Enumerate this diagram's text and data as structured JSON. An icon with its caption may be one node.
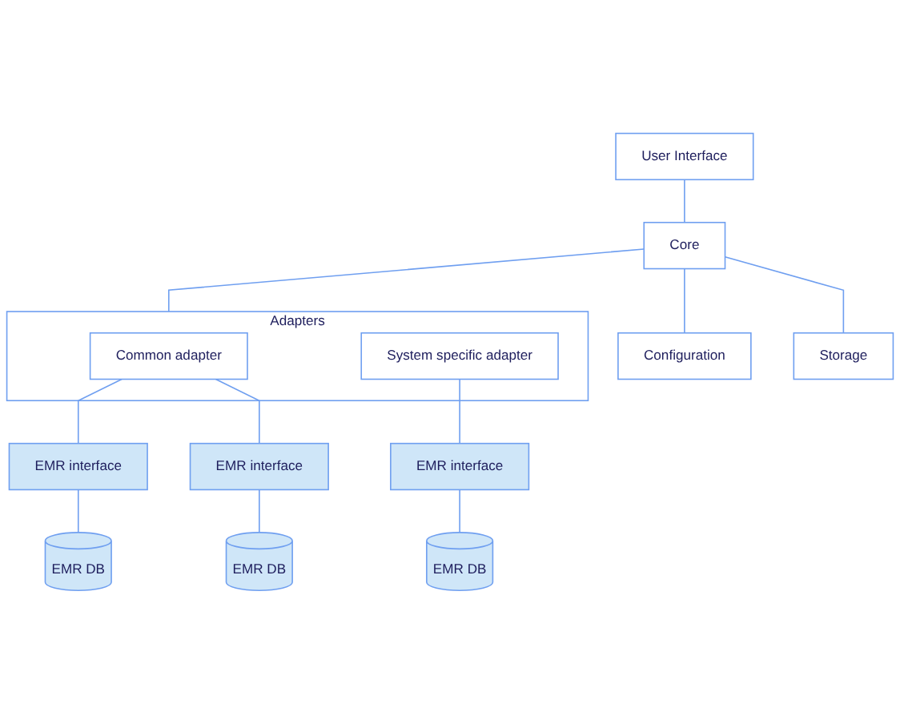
{
  "diagram": {
    "nodes": [
      {
        "text": [
          "User Interface"
        ]
      },
      {
        "text": [
          "Core"
        ]
      },
      {
        "text": [
          "Configuration"
        ]
      },
      {
        "text": [
          "Storage"
        ]
      },
      {
        "text": [
          "Adapters"
        ]
      },
      {
        "text": [
          "Common adapter"
        ],
        "in": 4
      },
      {
        "text": [
          "System specific adapter"
        ],
        "in": 4
      },
      {
        "text": [
          "EMR interface"
        ]
      },
      {
        "text": [
          "EMR interface"
        ]
      },
      {
        "text": [
          "EMR interface"
        ]
      },
      {
        "text": [
          "EMR DB"
        ]
      },
      {
        "text": [
          "EMR DB"
        ]
      },
      {
        "text": [
          "EMR DB"
        ]
      }
    ],
    "edges": [
      {
        "from": 0,
        "to": 1,
        "arrow": "none"
      },
      {
        "from": 1,
        "to": 2,
        "arrow": "none"
      },
      {
        "from": 1,
        "to": 3,
        "arrow": "none"
      },
      {
        "from": 1,
        "to": 4,
        "arrow": "none"
      },
      {
        "from": 5,
        "to": 7,
        "arrow": "none"
      },
      {
        "from": 5,
        "to": 8,
        "arrow": "none"
      },
      {
        "from": 6,
        "to": 9,
        "arrow": "none"
      },
      {
        "from": 7,
        "to": 10,
        "arrow": "none"
      },
      {
        "from": 8,
        "to": 11,
        "arrow": "none"
      },
      {
        "from": 9,
        "to": 12,
        "arrow": "none"
      }
    ]
  }
}
